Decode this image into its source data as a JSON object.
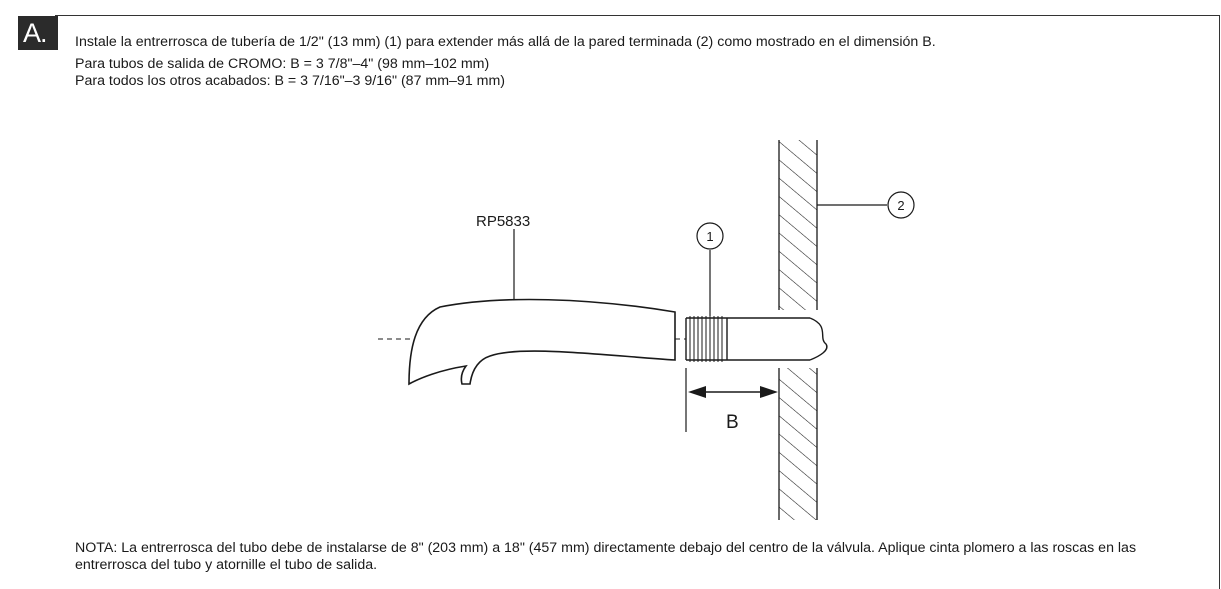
{
  "step": {
    "badge": "A."
  },
  "instructions": {
    "main": "Instale la entrerrosca de tubería de 1/2\" (13 mm) (1) para extender más allá de la pared terminada (2) como mostrado en el dimensión B.",
    "spec_chrome": "Para tubos de salida de CROMO:  B = 3 7/8\"–4\"  (98 mm–102 mm)",
    "spec_other": "Para todos los otros acabados: B = 3 7/16\"–3 9/16\" (87 mm–91 mm)"
  },
  "diagram": {
    "spout_label": "RP5833",
    "callout_nipple": "1",
    "callout_wall": "2",
    "dimension_label": "B"
  },
  "note": {
    "text": "NOTA: La entrerrosca del tubo debe de instalarse de 8\" (203 mm) a 18\" (457 mm) directamente debajo del centro de la válvula. Aplique cinta plomero a las roscas en las entrerrosca del tubo y atornille el tubo de salida."
  }
}
